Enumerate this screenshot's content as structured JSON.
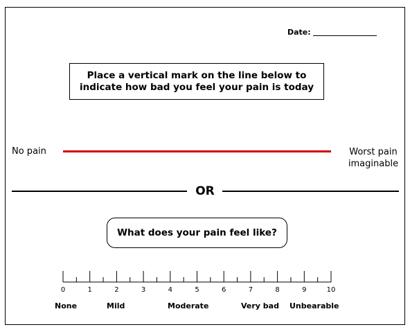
{
  "date": {
    "label": "Date:"
  },
  "instruction": {
    "line1": "Place a vertical mark on the line below to",
    "line2": "indicate how bad you feel your pain is today"
  },
  "vas": {
    "left_label": "No pain",
    "right_label_line1": "Worst pain",
    "right_label_line2": "imaginable",
    "line_color": "#d40000"
  },
  "divider": {
    "label": "OR"
  },
  "question": {
    "text": "What does your pain feel like?"
  },
  "scale": {
    "min": 0,
    "max": 10,
    "tick_labels": [
      "0",
      "1",
      "2",
      "3",
      "4",
      "5",
      "6",
      "7",
      "8",
      "9",
      "10"
    ],
    "descriptors": [
      "None",
      "Mild",
      "Moderate",
      "Very bad",
      "Unbearable"
    ]
  }
}
